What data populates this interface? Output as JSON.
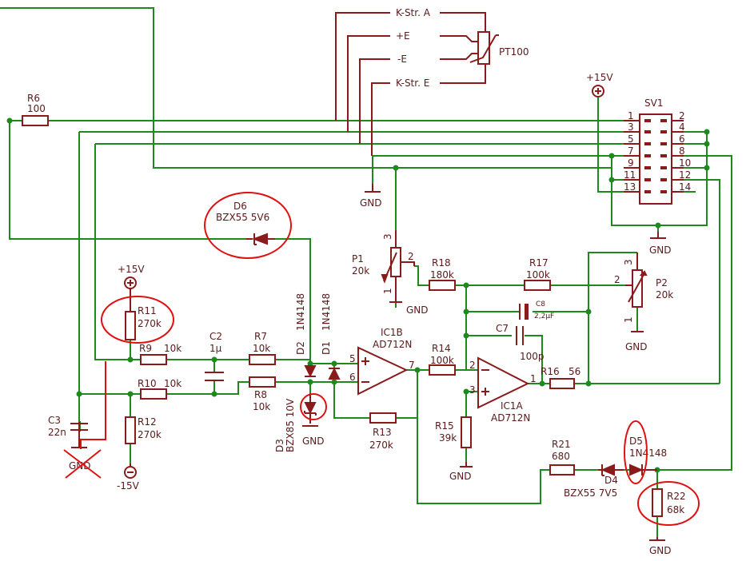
{
  "terminals": {
    "kstr_a": "K-Str. A",
    "plus_e": "+E",
    "minus_e": "-E",
    "kstr_e": "K-Str. E",
    "pt100": "PT100"
  },
  "supplies": {
    "p15_top": "+15V",
    "p15_left": "+15V",
    "m15": "-15V",
    "gnd": "GND"
  },
  "connector": {
    "name": "SV1",
    "pins_left": [
      "1",
      "3",
      "5",
      "7",
      "9",
      "11",
      "13"
    ],
    "pins_right": [
      "2",
      "4",
      "6",
      "8",
      "10",
      "12",
      "14"
    ]
  },
  "parts": {
    "r6": {
      "name": "R6",
      "value": "100"
    },
    "d6": {
      "name": "D6",
      "value": "BZX55 5V6"
    },
    "r11": {
      "name": "R11",
      "value": "270k"
    },
    "r9": {
      "name": "R9",
      "value": "10k"
    },
    "r10": {
      "name": "R10",
      "value": "10k"
    },
    "r12": {
      "name": "R12",
      "value": "270k"
    },
    "c3": {
      "name": "C3",
      "value": "22n"
    },
    "c2": {
      "name": "C2",
      "value": "1µ"
    },
    "r7": {
      "name": "R7",
      "value": "10k"
    },
    "r8": {
      "name": "R8",
      "value": "10k"
    },
    "d2": {
      "name": "D2",
      "value": "1N4148"
    },
    "d1": {
      "name": "D1",
      "value": "1N4148"
    },
    "d3": {
      "name": "D3",
      "value": "BZX85 10V"
    },
    "ic1b": {
      "name": "IC1B",
      "value": "AD712N"
    },
    "ic1a": {
      "name": "IC1A",
      "value": "AD712N"
    },
    "p1": {
      "name": "P1",
      "value": "20k"
    },
    "p2": {
      "name": "P2",
      "value": "20k"
    },
    "r18": {
      "name": "R18",
      "value": "180k"
    },
    "r17": {
      "name": "R17",
      "value": "100k"
    },
    "c8": {
      "name": "C8",
      "value": "2,2µF"
    },
    "c7": {
      "name": "C7",
      "value": "100p"
    },
    "r14": {
      "name": "R14",
      "value": "100k"
    },
    "r13": {
      "name": "R13",
      "value": "270k"
    },
    "r15": {
      "name": "R15",
      "value": "39k"
    },
    "r16": {
      "name": "R16",
      "value": "56"
    },
    "r21": {
      "name": "R21",
      "value": "680"
    },
    "d4": {
      "name": "D4",
      "value": "BZX55 7V5"
    },
    "d5": {
      "name": "D5",
      "value": "1N4148"
    },
    "r22": {
      "name": "R22",
      "value": "68k"
    }
  },
  "pins": {
    "ic1b_p5": "5",
    "ic1b_p6": "6",
    "ic1b_p7": "7",
    "ic1a_p2": "2",
    "ic1a_p3": "3",
    "ic1a_p1": "1",
    "pot_1": "1",
    "pot_2": "2",
    "pot_3": "3"
  },
  "colors": {
    "wire": "#1e8a1e",
    "symbol": "#8b1a1a",
    "annotation": "#e01010"
  }
}
